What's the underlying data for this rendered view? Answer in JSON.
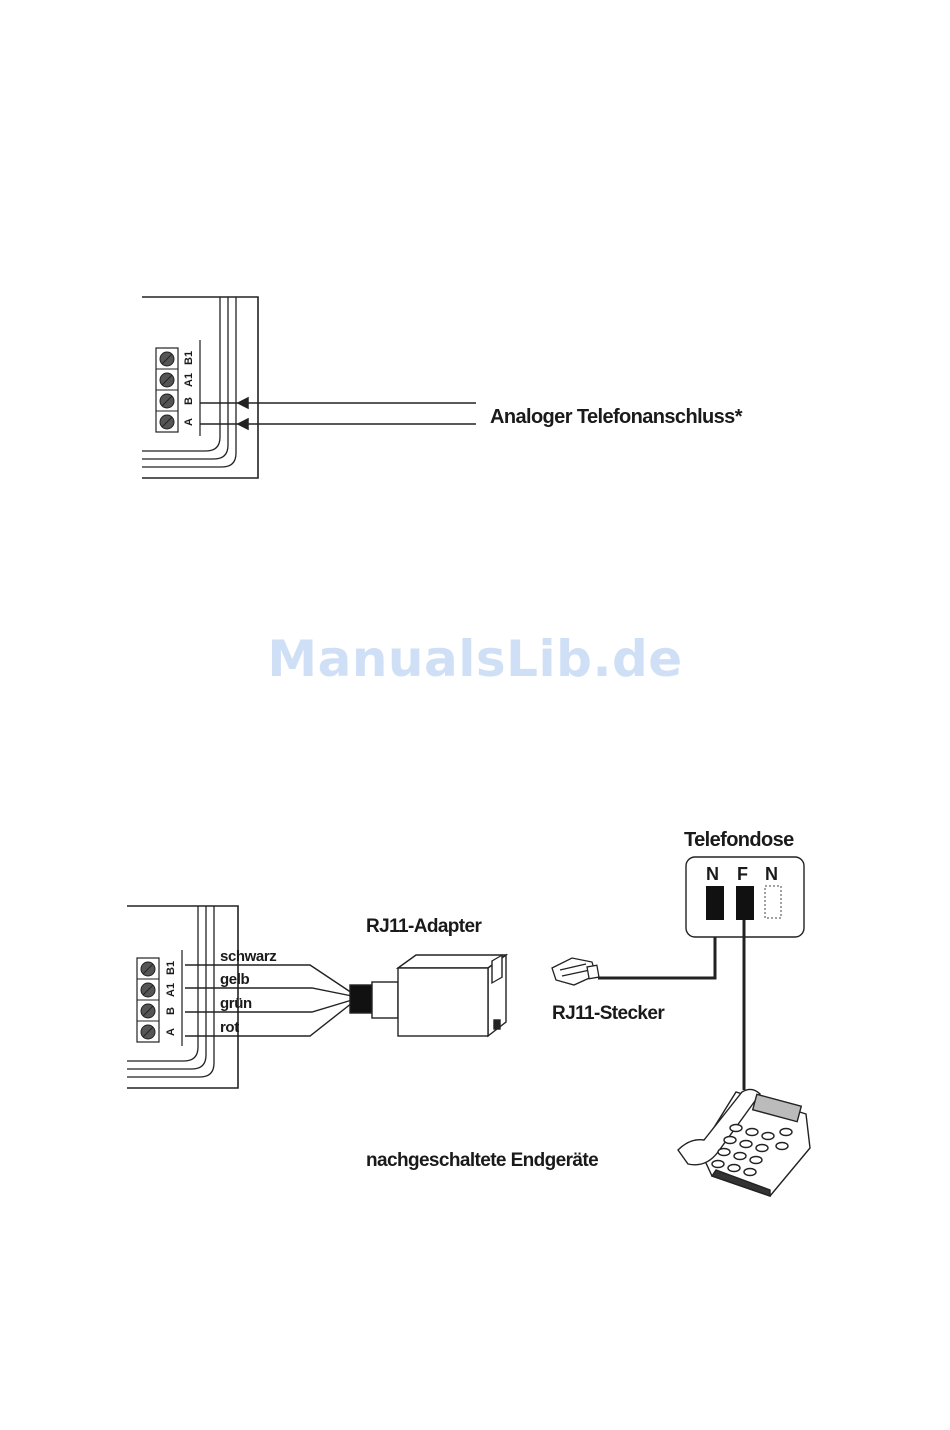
{
  "diagram1": {
    "terminal_letters": [
      "A",
      "B",
      "A1",
      "B1"
    ],
    "label": "Analoger Telefonanschluss*"
  },
  "diagram2": {
    "terminal_letters": [
      "A",
      "B",
      "A1",
      "B1"
    ],
    "wire_labels": [
      "schwarz",
      "gelb",
      "grün",
      "rot"
    ],
    "adapter_label": "RJ11-Adapter",
    "plug_label": "RJ11-Stecker",
    "socket_title": "Telefondose",
    "socket_slots": [
      "N",
      "F",
      "N"
    ],
    "device_label": "nachgeschaltete Endgeräte"
  },
  "watermark": "ManualsLib.de"
}
